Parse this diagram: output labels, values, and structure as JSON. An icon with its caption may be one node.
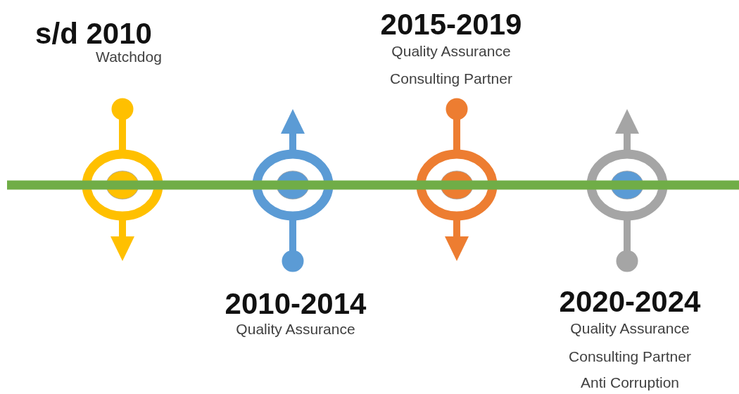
{
  "diagram": {
    "nodes": [
      {
        "text": [
          "s/d 2010",
          "Watchdog"
        ]
      },
      {
        "text": [
          "2015-2019",
          "Quality Assurance",
          "Consulting Partner"
        ]
      },
      {
        "text": [],
        "shape": "bar"
      },
      {
        "text": [],
        "shape": "circle"
      },
      {
        "text": [],
        "shape": "circle"
      },
      {
        "text": [],
        "shape": "circle"
      },
      {
        "text": [],
        "shape": "circle"
      },
      {
        "text": [
          "2010-2014",
          "Quality Assurance"
        ]
      },
      {
        "text": [
          "2020-2024",
          "Quality Assurance",
          "Consulting Partner",
          "Anti Corruption"
        ]
      }
    ]
  }
}
